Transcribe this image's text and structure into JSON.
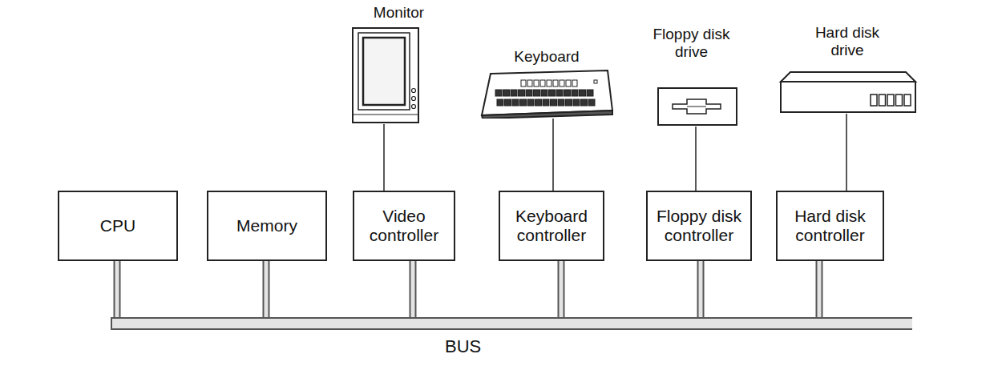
{
  "diagram": {
    "nodes": [
      {
        "text": [
          "Monitor"
        ]
      },
      {
        "text": [
          "Keyboard"
        ]
      },
      {
        "text": [
          "Floppy disk drive"
        ]
      },
      {
        "text": [
          "Hard disk drive"
        ]
      },
      {
        "text": [
          "CPU"
        ]
      },
      {
        "text": [
          "Memory"
        ]
      },
      {
        "text": [
          "Video controller"
        ]
      },
      {
        "text": [
          "Keyboard controller"
        ]
      },
      {
        "text": [
          "Floppy disk controller"
        ]
      },
      {
        "text": [
          "Hard disk controller"
        ]
      },
      {
        "text": [
          "BUS"
        ]
      }
    ],
    "edges": [
      {
        "from": 0,
        "to": 6,
        "arrow": "none"
      },
      {
        "from": 1,
        "to": 7,
        "arrow": "none"
      },
      {
        "from": 2,
        "to": 8,
        "arrow": "none"
      },
      {
        "from": 3,
        "to": 9,
        "arrow": "none"
      },
      {
        "from": 4,
        "to": 10,
        "arrow": "none"
      },
      {
        "from": 5,
        "to": 10,
        "arrow": "none"
      },
      {
        "from": 6,
        "to": 10,
        "arrow": "none"
      },
      {
        "from": 7,
        "to": 10,
        "arrow": "none"
      },
      {
        "from": 8,
        "to": 10,
        "arrow": "none"
      },
      {
        "from": 9,
        "to": 10,
        "arrow": "none"
      }
    ]
  }
}
